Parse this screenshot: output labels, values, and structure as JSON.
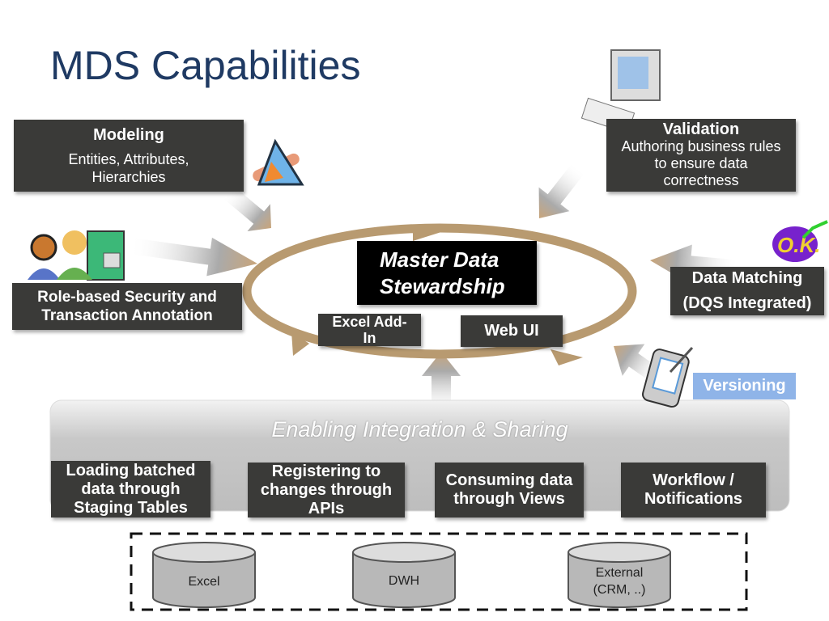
{
  "title": "MDS Capabilities",
  "modeling": {
    "heading": "Modeling",
    "text": "Entities, Attributes, Hierarchies"
  },
  "validation": {
    "heading": "Validation",
    "line1": "Authoring business rules",
    "line2": "to ensure data",
    "line3": "correctness"
  },
  "security": {
    "line1": "Role-based Security and",
    "line2": "Transaction Annotation"
  },
  "matching": {
    "line1": "Data Matching",
    "line2": "(DQS Integrated)"
  },
  "versioning": "Versioning",
  "stewardship": {
    "line1": "Master Data",
    "line2": "Stewardship"
  },
  "excel_addin": {
    "line1": "Excel Add-",
    "line2": "In"
  },
  "web_ui": "Web UI",
  "platform": {
    "title": "Enabling Integration  & Sharing",
    "items": [
      {
        "line1": "Loading batched",
        "line2": "data through",
        "line3": "Staging Tables"
      },
      {
        "line1": "Registering to",
        "line2": "changes through",
        "line3": "APIs"
      },
      {
        "line1": "Consuming data",
        "line2": "through Views"
      },
      {
        "line1": "Workflow /",
        "line2": "Notifications"
      }
    ]
  },
  "sources": [
    {
      "line1": "Excel"
    },
    {
      "line1": "DWH"
    },
    {
      "line1": "External",
      "line2": "(CRM, ..)"
    }
  ],
  "colors": {
    "box": "#3a3a38",
    "title": "#1f3a63",
    "ring": "#b89a70",
    "versioning": "#8fb4e8"
  }
}
